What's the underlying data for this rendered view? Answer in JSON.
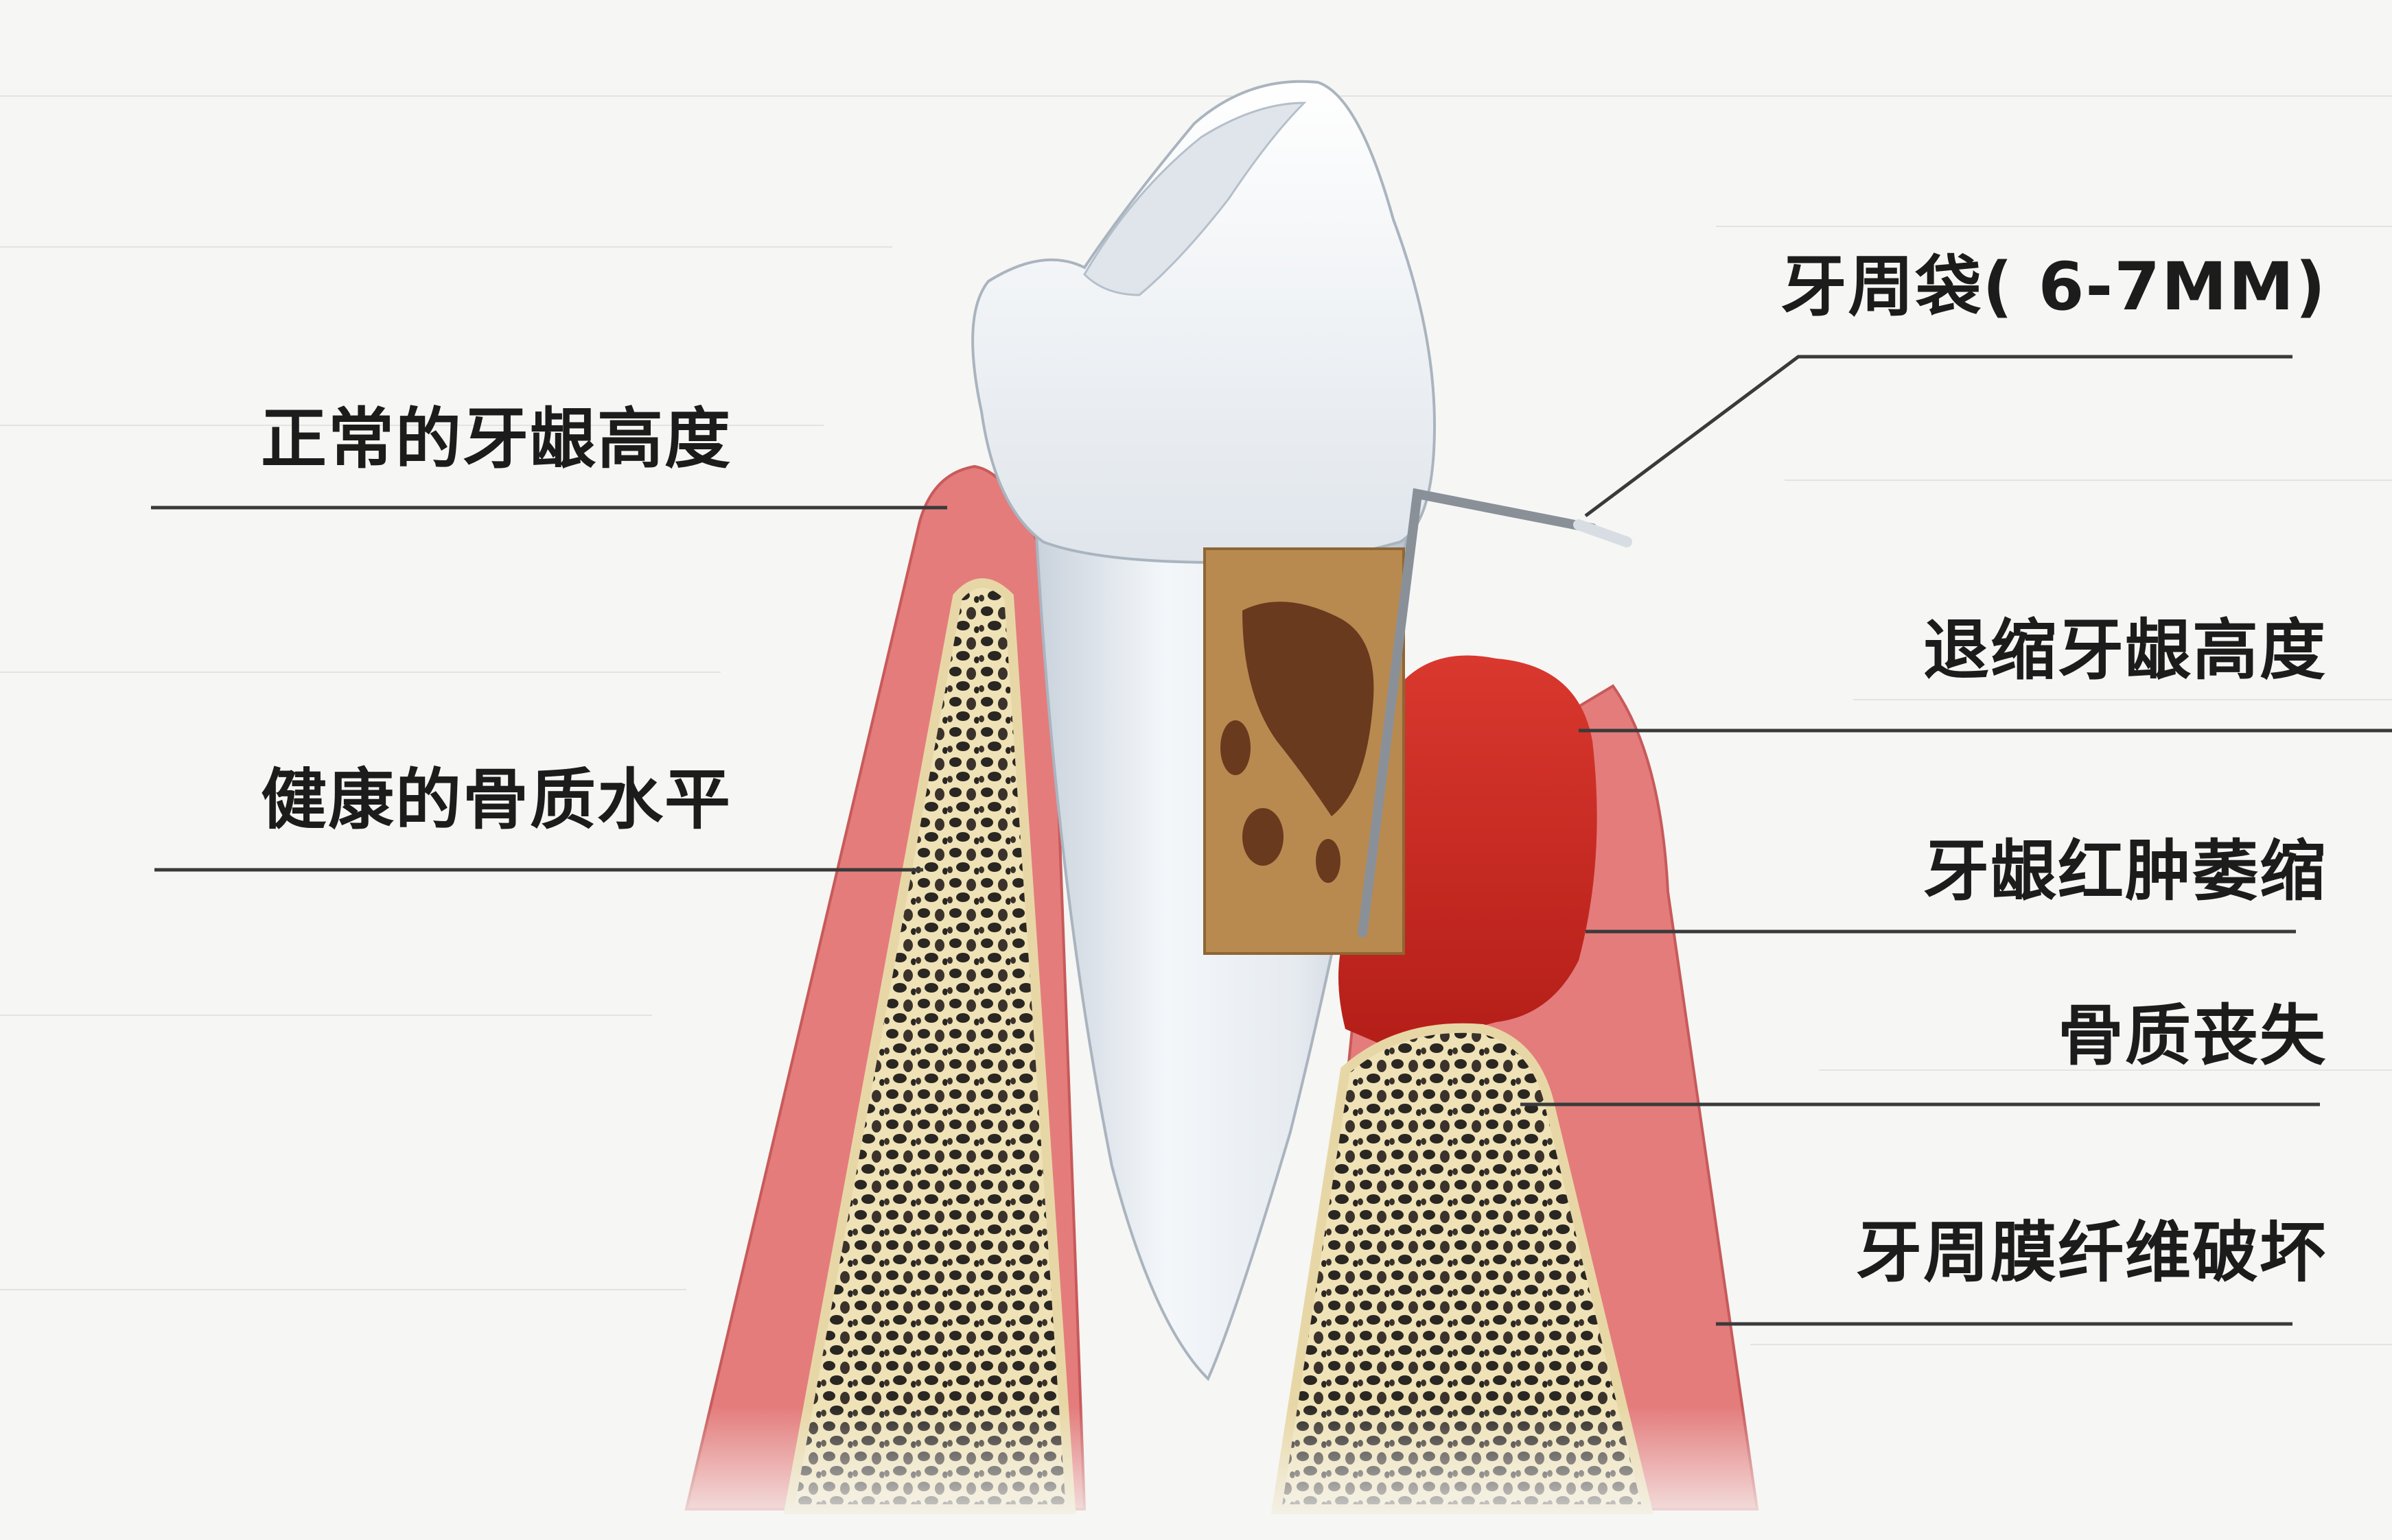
{
  "labels": {
    "normal_gum_height": "正常的牙龈高度",
    "healthy_bone_level": "健康的骨质水平",
    "periodontal_pocket": "牙周袋( 6-7MM)",
    "receded_gum_height": "退缩牙龈高度",
    "gum_swelling_atrophy": "牙龈红肿萎缩",
    "bone_loss": "骨质丧失",
    "periodontal_fiber_damage": "牙周膜纤维破坏"
  },
  "colors": {
    "background": "#f6f6f4",
    "healthy_gum": "#e47c7c",
    "inflamed_gum": "#c8261f",
    "bone": "#efe2b6",
    "bone_pores": "#2a2622",
    "tooth": "#e8edf2",
    "calculus": "#b88a50",
    "leader_line": "#3a3a3a",
    "label_text": "#1c1c1c"
  }
}
